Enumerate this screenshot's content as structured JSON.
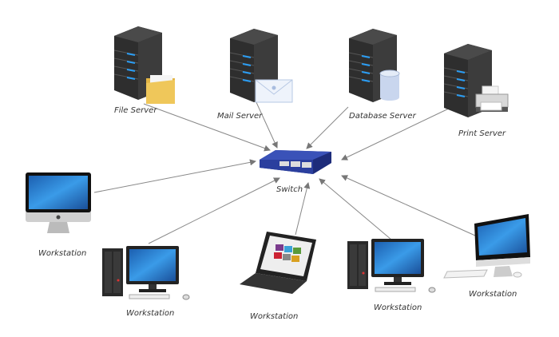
{
  "nodes": {
    "file_server": {
      "label": "File Server"
    },
    "mail_server": {
      "label": "Mail Server"
    },
    "database_server": {
      "label": "Database Server"
    },
    "print_server": {
      "label": "Print Server"
    },
    "switch": {
      "label": "Switch"
    },
    "workstation_1": {
      "label": "Workstation"
    },
    "workstation_2": {
      "label": "Workstation"
    },
    "workstation_3": {
      "label": "Workstation"
    },
    "workstation_4": {
      "label": "Workstation"
    },
    "workstation_5": {
      "label": "Workstation"
    }
  },
  "edges": [
    {
      "from": "file_server",
      "to": "switch"
    },
    {
      "from": "mail_server",
      "to": "switch"
    },
    {
      "from": "database_server",
      "to": "switch"
    },
    {
      "from": "print_server",
      "to": "switch"
    },
    {
      "from": "workstation_1",
      "to": "switch"
    },
    {
      "from": "workstation_2",
      "to": "switch"
    },
    {
      "from": "workstation_3",
      "to": "switch"
    },
    {
      "from": "workstation_4",
      "to": "switch"
    },
    {
      "from": "workstation_5",
      "to": "switch"
    }
  ],
  "colors": {
    "edge": "#888888",
    "server": "#3a3a3a",
    "led": "#2a9df4",
    "switch": "#2b3f9e",
    "screen": "#2a7fd4"
  }
}
